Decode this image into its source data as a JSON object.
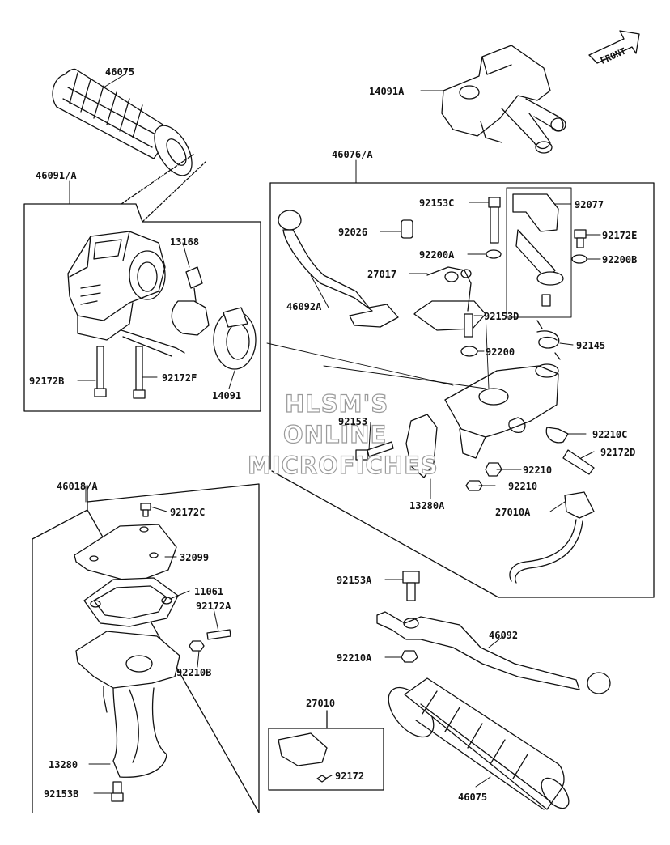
{
  "direction_marker": "FRONT",
  "watermark": [
    "HLSM'S",
    "ONLINE",
    "MICROFICHES"
  ],
  "parts": {
    "p46075_top": "46075",
    "p14091A": "14091A",
    "p46091A": "46091/A",
    "p13168": "13168",
    "p92172B": "92172B",
    "p92172F": "92172F",
    "p14091": "14091",
    "p46076A": "46076/A",
    "p92153C": "92153C",
    "p92077": "92077",
    "p92026": "92026",
    "p92172E": "92172E",
    "p92200A": "92200A",
    "p92200B": "92200B",
    "p27017": "27017",
    "p46092A": "46092A",
    "p92153D": "92153D",
    "p92145": "92145",
    "p92200": "92200",
    "p92153": "92153",
    "p92210C": "92210C",
    "p92172D": "92172D",
    "p92210_a": "92210",
    "p92210_b": "92210",
    "p13280A": "13280A",
    "p27010A": "27010A",
    "p46018A": "46018/A",
    "p92172C": "92172C",
    "p32099": "32099",
    "p11061": "11061",
    "p92172A": "92172A",
    "p92210B": "92210B",
    "p13280": "13280",
    "p92153B": "92153B",
    "p92153A": "92153A",
    "p46092": "46092",
    "p92210A": "92210A",
    "p27010": "27010",
    "p92172": "92172",
    "p46075_bottom": "46075"
  }
}
